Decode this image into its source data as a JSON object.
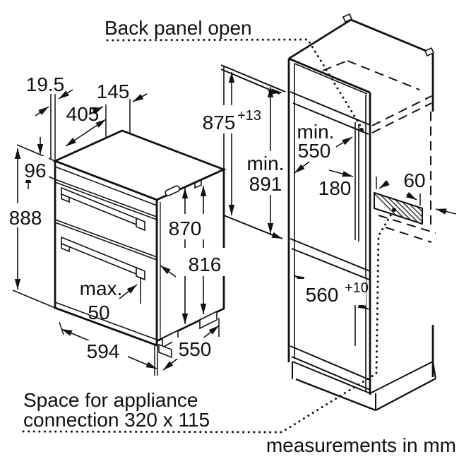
{
  "annotations": {
    "back_panel_note": "Back panel open",
    "connection_note_line1": "Space for appliance",
    "connection_note_line2": "connection 320 x 115",
    "units_note": "measurements in mm"
  },
  "oven_dims": {
    "door_front_offset": "19.5",
    "top_depth_rear": "145",
    "top_depth_front": "405",
    "control_panel_height": "96",
    "total_height": "888",
    "carcass_height": "870",
    "insert_height": "816",
    "handle_note_label": "max.",
    "handle_note_value": "50",
    "width": "594",
    "depth": "550"
  },
  "cabinet_dims": {
    "niche_height_value": "875",
    "niche_height_tolerance": "+13",
    "clearance_label": "min.",
    "clearance_value": "891",
    "niche_depth_label": "min.",
    "niche_depth_value": "550",
    "rear_offset": "180",
    "vent_gap": "60",
    "niche_width_value": "560",
    "niche_width_tolerance": "+10"
  },
  "colors": {
    "line": "#111111",
    "background": "#ffffff"
  }
}
